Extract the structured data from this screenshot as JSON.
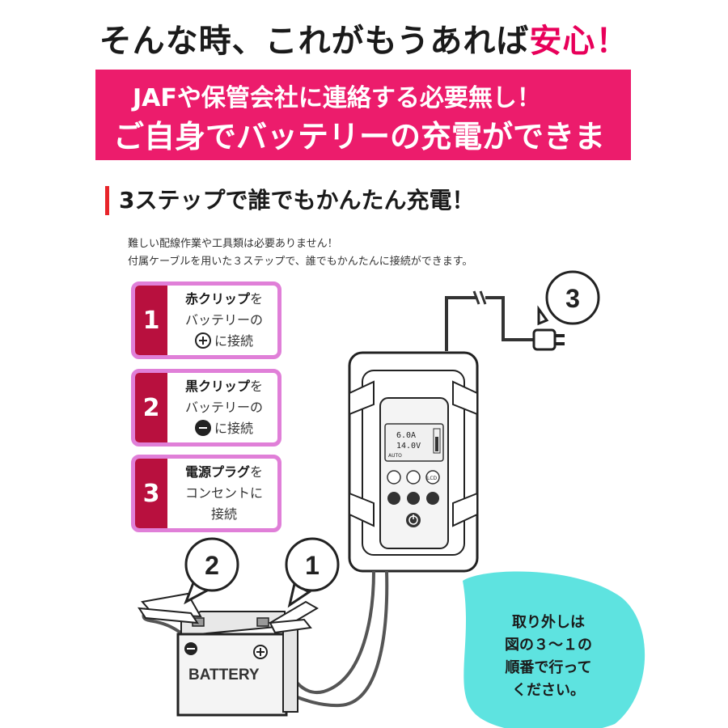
{
  "headline": {
    "text": "そんな時、これがもうあれば",
    "accent": "安心！"
  },
  "banner": {
    "line1": "JAFや保管会社に連絡する必要無し！",
    "line2": "ご自身でバッテリーの充電ができます"
  },
  "section": {
    "title": "3ステップで誰でもかんたん充電！"
  },
  "description": {
    "line1": "難しい配線作業や工具類は必要ありません！",
    "line2": "付属ケーブルを用いた３ステップで、誰でもかんたんに接続ができます。"
  },
  "steps": [
    {
      "number": "1",
      "bold": "赤クリップ",
      "suffix": "を",
      "line2": "バッテリーの",
      "line3": "に接続",
      "symbol": "plus-icon"
    },
    {
      "number": "2",
      "bold": "黒クリップ",
      "suffix": "を",
      "line2": "バッテリーの",
      "line3": "に接続",
      "symbol": "minus-icon"
    },
    {
      "number": "3",
      "bold": "電源プラグ",
      "suffix": "を",
      "line2": "コンセントに",
      "line3": "接続"
    }
  ],
  "device": {
    "display_current": "6.0A",
    "display_voltage": "14.0V",
    "display_mode": "AUTO",
    "lcd_button": "LCD"
  },
  "callouts": [
    "1",
    "2",
    "3"
  ],
  "battery": {
    "label": "BATTERY",
    "minus": "−",
    "plus": "+"
  },
  "note": {
    "lines": [
      "取り外しは",
      "図の３～１の",
      "順番で行って",
      "ください。"
    ]
  },
  "colors": {
    "pink": "#ec1c6c",
    "accent": "#e8005a",
    "step_border": "#e07fd8",
    "step_number_bg": "#b8103e",
    "teal": "#5ee3e0",
    "red_bar": "#e8242a"
  }
}
